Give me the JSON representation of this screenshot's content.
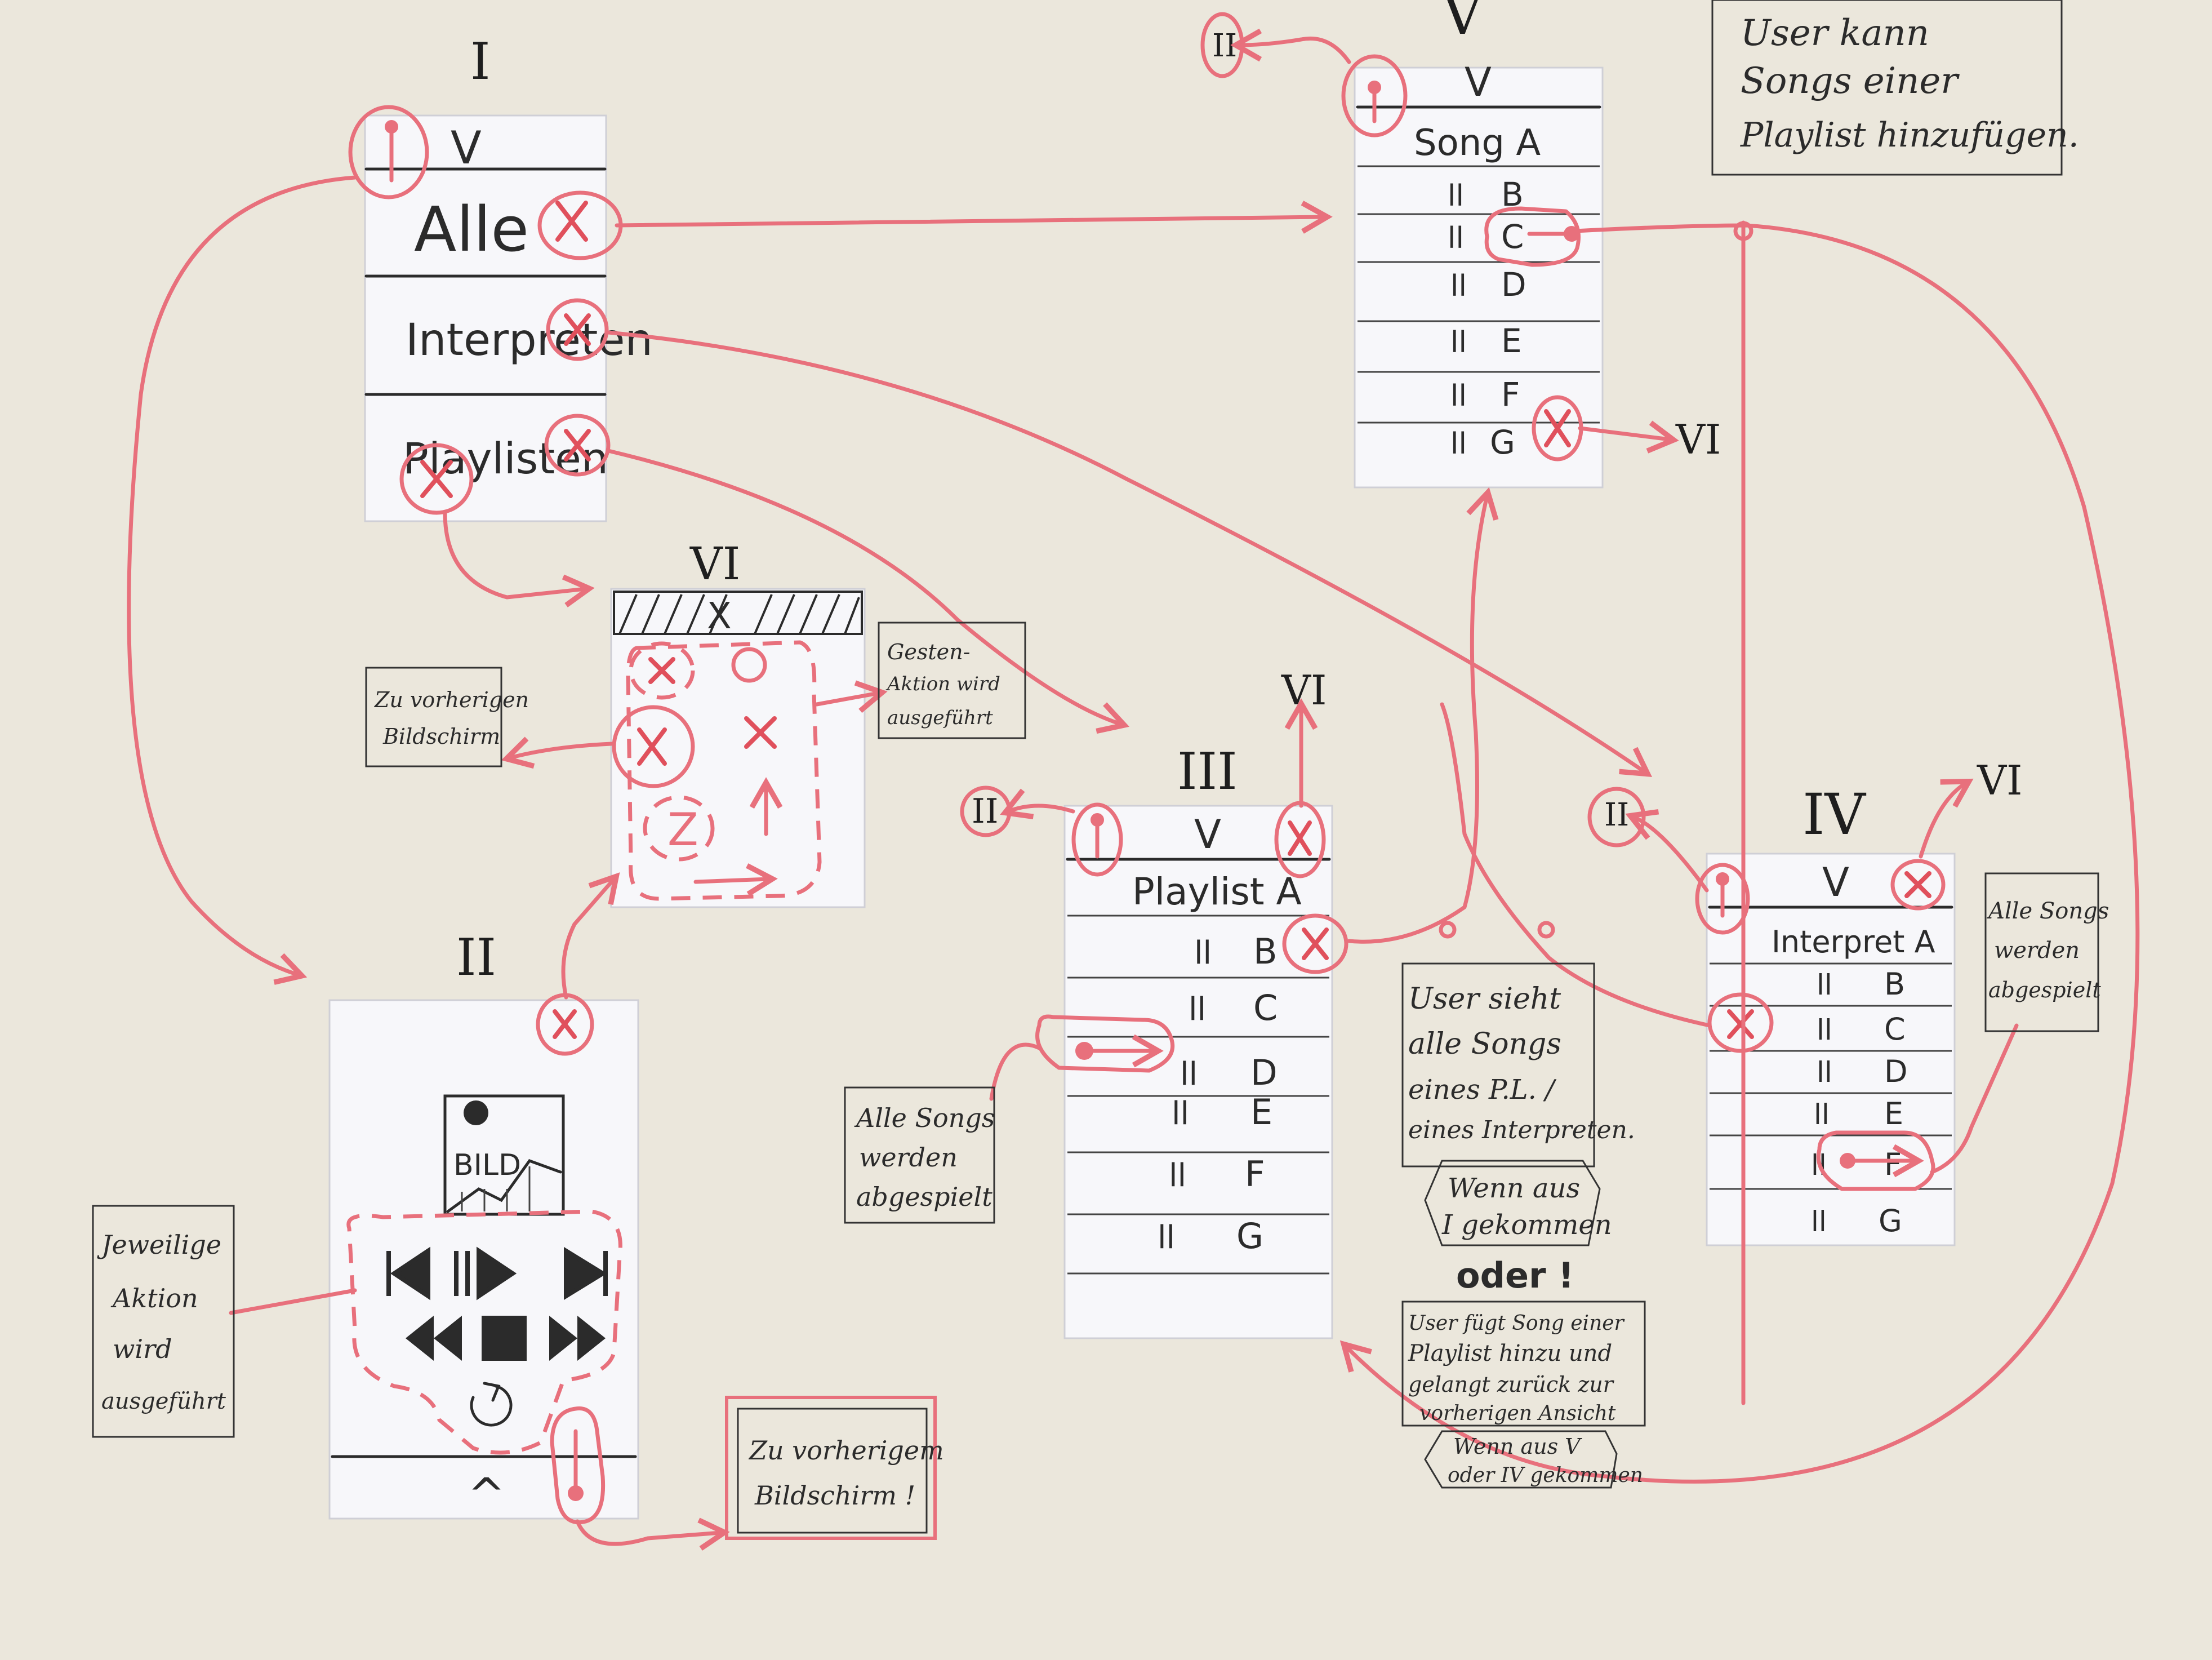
{
  "screens": {
    "s1": {
      "label": "I",
      "top": "V",
      "items": [
        "Alle",
        "Interpreten",
        "Playlisten"
      ]
    },
    "s2": {
      "label": "II",
      "image_text": "BILD",
      "bottom": "^"
    },
    "s3": {
      "label": "III",
      "top": "V",
      "header": "Playlist A",
      "rows": [
        {
          "sep": "ll",
          "song": "B"
        },
        {
          "sep": "ll",
          "song": "C"
        },
        {
          "sep": "ll",
          "song": "D"
        },
        {
          "sep": "ll",
          "song": "E"
        },
        {
          "sep": "ll",
          "song": "F"
        },
        {
          "sep": "ll",
          "song": "G"
        }
      ],
      "target": "VI",
      "left_target": "II"
    },
    "s4": {
      "label": "IV",
      "top": "V",
      "header": "Interpret A",
      "rows": [
        {
          "sep": "ll",
          "song": "B"
        },
        {
          "sep": "ll",
          "song": "C"
        },
        {
          "sep": "ll",
          "song": "D"
        },
        {
          "sep": "ll",
          "song": "E"
        },
        {
          "sep": "ll",
          "song": "F"
        },
        {
          "sep": "ll",
          "song": "G"
        }
      ],
      "target": "VI",
      "left_target": "II"
    },
    "s5": {
      "label": "V",
      "top": "V",
      "header": "Song A",
      "rows": [
        {
          "sep": "ll",
          "song": "B"
        },
        {
          "sep": "ll",
          "song": "C"
        },
        {
          "sep": "ll",
          "song": "D"
        },
        {
          "sep": "ll",
          "song": "E"
        },
        {
          "sep": "ll",
          "song": "F"
        },
        {
          "sep": "ll",
          "song": "G"
        }
      ],
      "target": "VI",
      "left_target": "II"
    },
    "s6": {
      "label": "VI",
      "top": "X",
      "gesture_z": "Z"
    }
  },
  "notes": {
    "vorheriger_bildschirm_vi": [
      "Zu vorherigen",
      "Bildschirm"
    ],
    "gesten_aktion": [
      "Gesten-",
      "Aktion wird",
      "ausgeführt"
    ],
    "jeweilige_aktion": [
      "Jeweilige",
      "Aktion",
      "wird",
      "ausgeführt"
    ],
    "vorheriger_bildschirm_ii": [
      "Zu vorherigem",
      "Bildschirm !"
    ],
    "alle_songs_iii": [
      "Alle Songs",
      "werden",
      "abgespielt"
    ],
    "user_sieht": [
      "User sieht",
      "alle Songs",
      "eines P.L. /",
      "eines Interpreten."
    ],
    "wenn_aus_i": [
      "Wenn aus",
      "I gekommen"
    ],
    "oder": "oder !",
    "user_fuegt": [
      "User fügt Song einer",
      "Playlist hinzu und",
      "gelangt zurück zur",
      "vorherigen Ansicht"
    ],
    "wenn_aus_v": [
      "Wenn aus V",
      "oder IV gekommen"
    ],
    "user_kann": [
      "User kann",
      "Songs einer",
      "Playlist hinzufügen."
    ],
    "alle_songs_iv": [
      "Alle Songs",
      "werden",
      "abgespielt"
    ]
  }
}
